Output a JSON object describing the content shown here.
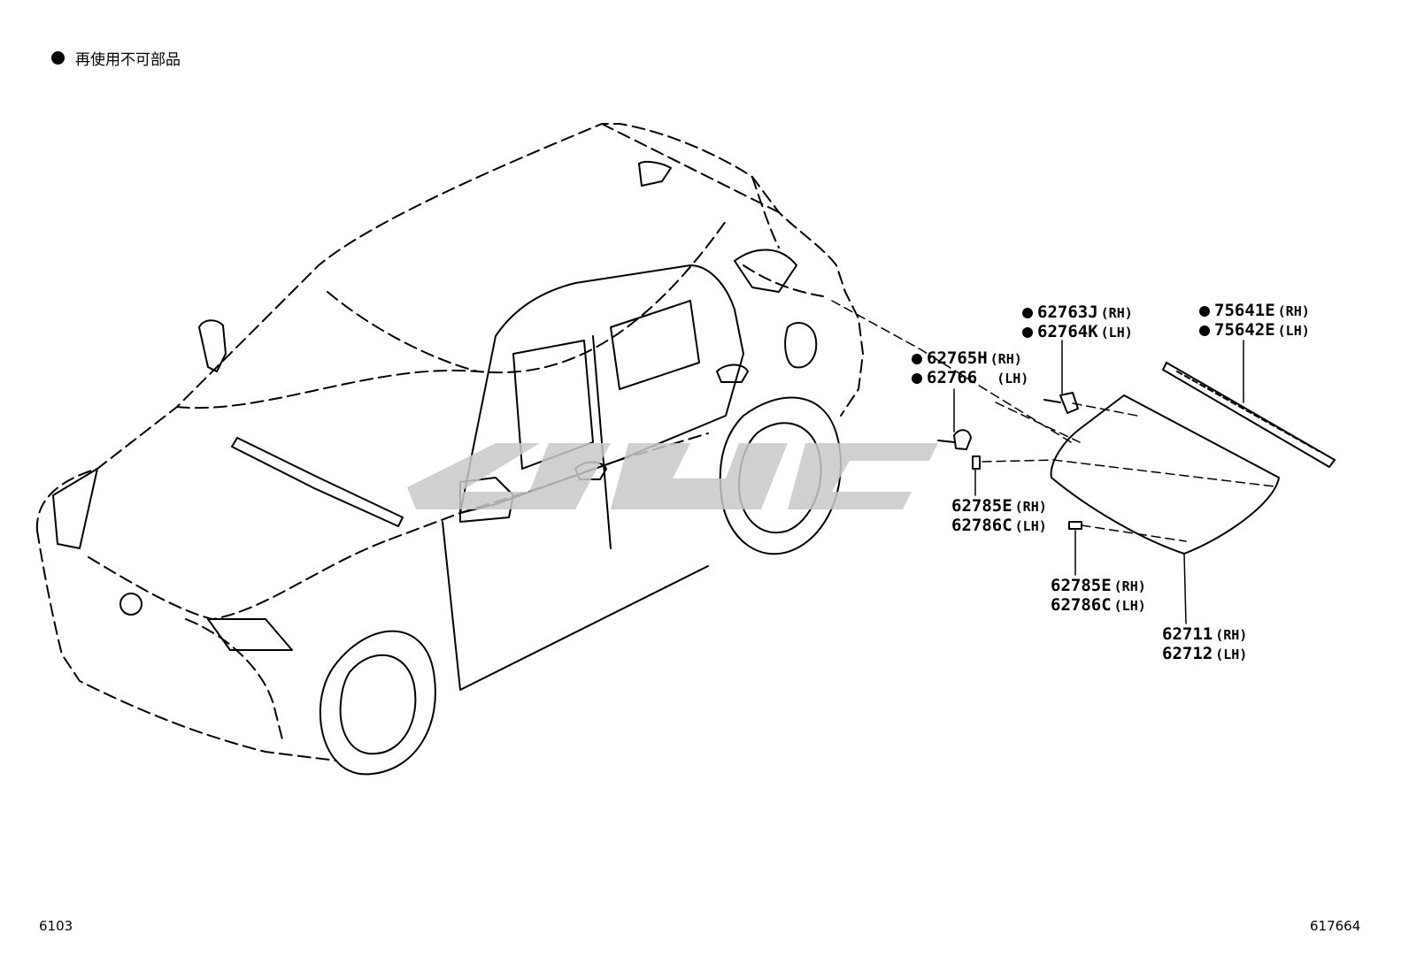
{
  "legend": {
    "text": "再使用不可部品"
  },
  "footer": {
    "left_code": "6103",
    "right_code": "617664"
  },
  "callouts": [
    {
      "bullet": true,
      "rows": [
        {
          "part": "62763J",
          "side": "(RH)"
        },
        {
          "part": "62764K",
          "side": "(LH)"
        }
      ]
    },
    {
      "bullet": true,
      "rows": [
        {
          "part": "75641E",
          "side": "(RH)"
        },
        {
          "part": "75642E",
          "side": "(LH)"
        }
      ]
    },
    {
      "bullet": true,
      "rows": [
        {
          "part": "62765H",
          "side": "(RH)"
        },
        {
          "part": "62766",
          "side": "(LH)"
        }
      ]
    },
    {
      "bullet": false,
      "rows": [
        {
          "part": "62785E",
          "side": "(RH)"
        },
        {
          "part": "62786C",
          "side": "(LH)"
        }
      ]
    },
    {
      "bullet": false,
      "rows": [
        {
          "part": "62785E",
          "side": "(RH)"
        },
        {
          "part": "62786C",
          "side": "(LH)"
        }
      ]
    },
    {
      "bullet": false,
      "rows": [
        {
          "part": "62711",
          "side": "(RH)"
        },
        {
          "part": "62712",
          "side": "(LH)"
        }
      ]
    }
  ]
}
